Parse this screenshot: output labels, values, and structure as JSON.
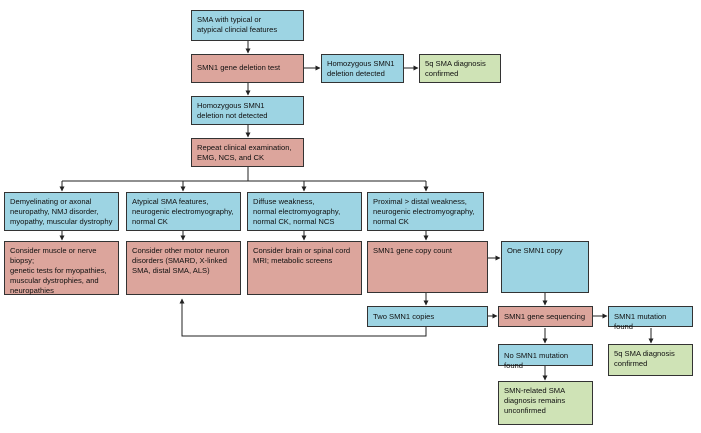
{
  "colors": {
    "blue": "#9dd4e3",
    "red": "#dca59c",
    "green": "#cfe3b6",
    "line": "#222222"
  },
  "nodes": {
    "start": "SMA with typical or\natypical clincial features",
    "deletion_test": "SMN1 gene deletion test",
    "homozygous_detected": "Homozygous SMN1\ndeletion detected",
    "diagnosis_5q_top": "5q SMA diagnosis\nconfirmed",
    "not_detected": "Homozygous SMN1\ndeletion not detected",
    "repeat_exam": "Repeat clinical examination,\nEMG, NCS, and CK",
    "demyelinating": "Demyelinating or axonal\nneuropathy, NMJ disorder,\nmyopathy, muscular dystrophy",
    "atypical": "Atypical SMA features,\nneurogenic electromyography,\nnormal CK",
    "diffuse": "Diffuse weakness,\nnormal electromyography,\nnormal CK, normal NCS",
    "proximal": "Proximal > distal weakness,\nneurogenic electromyography,\nnormal CK",
    "consider_muscle": "Consider muscle or nerve biopsy;\ngenetic tests for myopathies,\nmuscular dystrophies, and\nneuropathies",
    "consider_motor": "Consider other motor neuron\ndisorders (SMARD, X-linked\nSMA, distal SMA, ALS)",
    "consider_brain": "Consider brain or spinal cord\nMRI; metabolic screens",
    "copy_count": "SMN1 gene copy count",
    "one_copy": "One SMN1 copy",
    "two_copies": "Two SMN1 copies",
    "sequencing": "SMN1 gene sequencing",
    "mutation_found": "SMN1 mutation found",
    "no_mutation": "No SMN1 mutation found",
    "diagnosis_5q_bottom": "5q SMA diagnosis\nconfirmed",
    "smn_related": "SMN-related SMA\ndiagnosis remains\nunconfirmed"
  }
}
